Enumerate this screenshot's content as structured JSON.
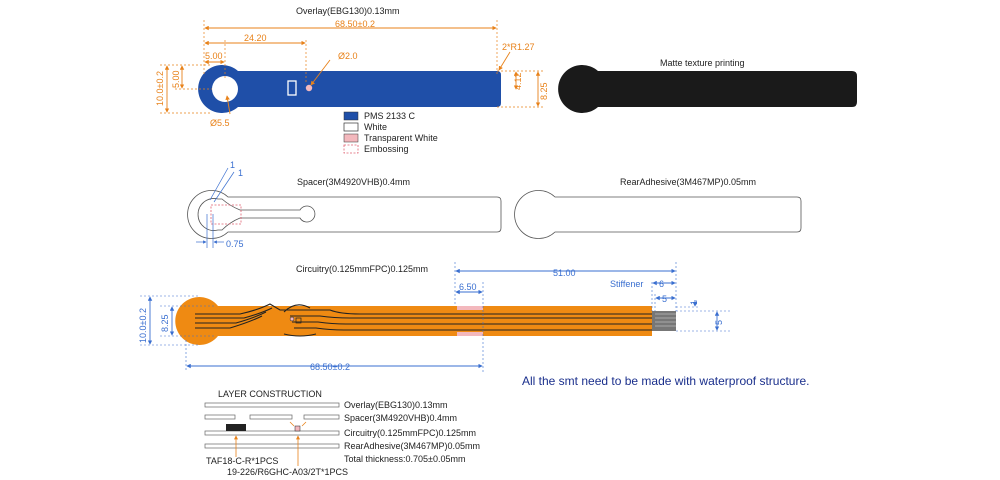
{
  "colors": {
    "overlay_blue": "#1f4fa8",
    "circuit_orange": "#ef8a12",
    "dimension_orange": "#e8821a",
    "transparent_white_pink": "#f3b8bd",
    "matte_black": "#1a1a1a",
    "note_blue": "#1a2f8c"
  },
  "overlay": {
    "title": "Overlay(EBG130)0.13mm",
    "dims": {
      "total_length": "68.50±0.2",
      "window_pos": "24.20",
      "circle_center": "5.00",
      "hole": "Ø2.0",
      "corner_radius": "2*R1.27",
      "height_left": "10.0±0.2",
      "half_height": "5.00",
      "circle_diameter": "Ø5.5",
      "tail_small": "4.12",
      "tail_height": "8.25"
    },
    "legend": [
      {
        "label": "PMS 2133 C",
        "color": "#1f4fa8"
      },
      {
        "label": "White",
        "color": "#ffffff"
      },
      {
        "label": "Transparent White",
        "color": "#f3b8bd"
      },
      {
        "label": "Embossing",
        "color": "dashed"
      }
    ]
  },
  "matte": {
    "title": "Matte texture printing"
  },
  "spacer": {
    "title": "Spacer(3M4920VHB)0.4mm",
    "dims": {
      "gap": "0.75",
      "tiny_a": "1",
      "tiny_b": "1"
    }
  },
  "rear": {
    "title": "RearAdhesive(3M467MP)0.05mm"
  },
  "circuitry": {
    "title": "Circuitry(0.125mmFPC)0.125mm",
    "dims": {
      "tail_length": "51.00",
      "stiffener_label": "Stiffener",
      "stiffener_len": "6",
      "pad_len": "5",
      "pink_len": "6.50",
      "height_outer": "10.0±0.2",
      "height_inner": "8.25",
      "total_length": "68.50±0.2",
      "right_small": "1",
      "right_height": "5"
    }
  },
  "note": "All the smt need to be made with waterproof structure.",
  "layers": {
    "title": "LAYER  CONSTRUCTION",
    "items": [
      "Overlay(EBG130)0.13mm",
      "Spacer(3M4920VHB)0.4mm",
      "Circuitry(0.125mmFPC)0.125mm",
      "RearAdhesive(3M467MP)0.05mm",
      "Total thickness:0.705±0.05mm"
    ],
    "component_1": "TAF18-C-R*1PCS",
    "component_2": "19-226/R6GHC-A03/2T*1PCS"
  }
}
